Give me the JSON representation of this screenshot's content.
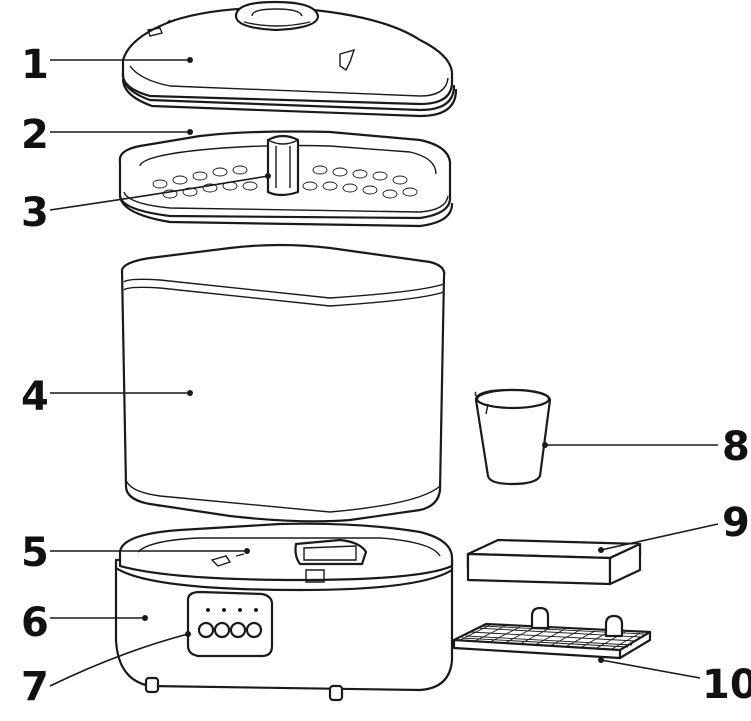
{
  "callouts": [
    {
      "id": "1",
      "label": "1"
    },
    {
      "id": "2",
      "label": "2"
    },
    {
      "id": "3",
      "label": "3"
    },
    {
      "id": "4",
      "label": "4"
    },
    {
      "id": "5",
      "label": "5"
    },
    {
      "id": "6",
      "label": "6"
    },
    {
      "id": "7",
      "label": "7"
    },
    {
      "id": "8",
      "label": "8"
    },
    {
      "id": "9",
      "label": "9"
    },
    {
      "id": "10",
      "label": "10"
    }
  ],
  "colors": {
    "line": "#1a1a1a",
    "fill": "#ffffff"
  },
  "icons": [
    "lid",
    "top-basket",
    "bottle-holder",
    "container",
    "heating-plate",
    "base-unit",
    "control-panel",
    "measuring-cup",
    "filter",
    "filter-rack"
  ]
}
